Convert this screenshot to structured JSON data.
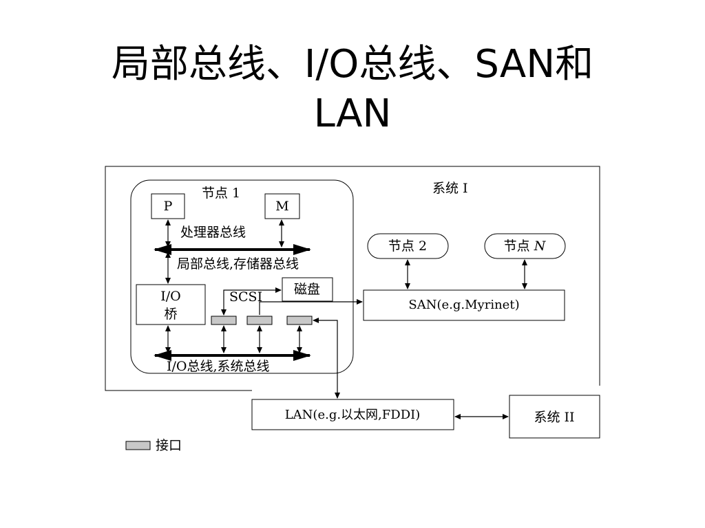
{
  "slide": {
    "title_line1": "局部总线、I/O总线、SAN和",
    "title_line2": "LAN"
  },
  "diagram": {
    "system1_label": "系统 I",
    "system2_label": "系统 II",
    "node1_label": "节点 1",
    "node2_label": "节点 2",
    "nodeN_label_prefix": "节点 ",
    "nodeN_label_var": "N",
    "p_label": "P",
    "m_label": "M",
    "processor_bus_label": "处理器总线",
    "local_bus_label": "局部总线,存储器总线",
    "io_bridge_line1": "I/O",
    "io_bridge_line2": "桥",
    "scsi_label": "SCSI",
    "disk_label": "磁盘",
    "io_bus_label": "I/O总线,系统总线",
    "san_label": "SAN(e.g.Myrinet)",
    "lan_label": "LAN(e.g.以太网,FDDI)",
    "legend_label": "接口"
  },
  "colors": {
    "line": "#000000",
    "interface_fill": "#c8c8c8"
  }
}
